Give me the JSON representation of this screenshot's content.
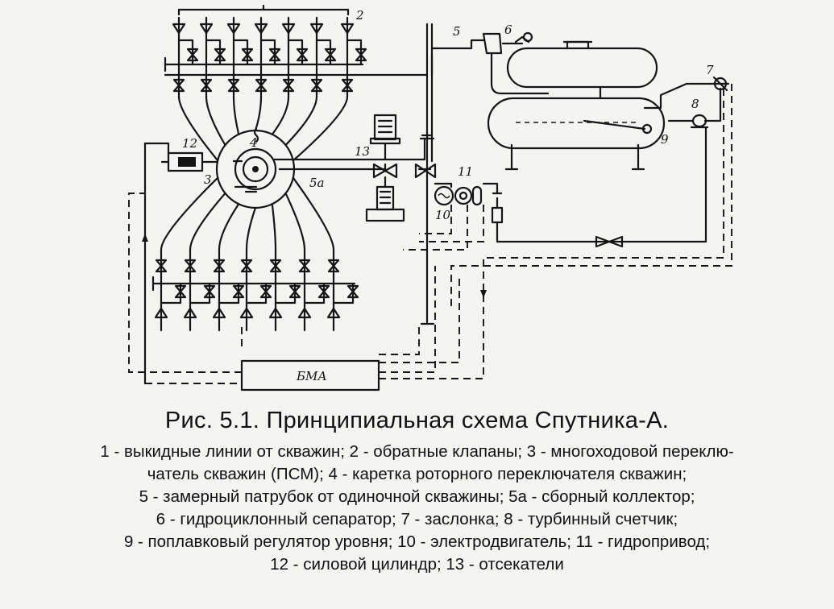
{
  "figure": {
    "title": "Рис. 5.1.   Принципиальная схема  Спутника-А.",
    "legend_lines": [
      "1 - выкидные линии от скважин; 2 - обратные клапаны; 3 - многоходовой переклю-",
      "чатель скважин (ПСМ); 4 - каретка роторного переключателя скважин;",
      "5 - замерный патрубок от одиночной скважины; 5а - сборный коллектор;",
      "6 - гидроциклонный сепаратор; 7 - заслонка; 8 - турбинный счетчик;",
      "9 - поплавковый регулятор уровня; 10 - электродвигатель; 11 - гидропривод;",
      "12 - силовой цилиндр; 13 - отсекатели"
    ]
  },
  "diagram": {
    "control_unit_label": "БМА",
    "callouts": {
      "n2": "2",
      "n3": "3",
      "n4": "4",
      "n5": "5",
      "n5a": "5а",
      "n6": "6",
      "n7": "7",
      "n8": "8",
      "n9": "9",
      "n10": "10",
      "n11": "11",
      "n12": "12",
      "n13": "13"
    }
  }
}
